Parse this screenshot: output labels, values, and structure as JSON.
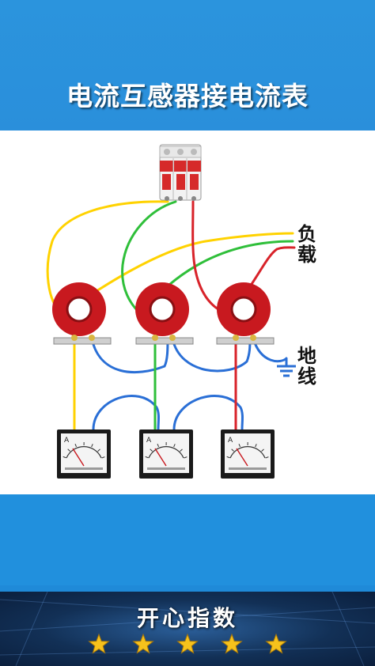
{
  "title": "电流互感器接电流表",
  "labels": {
    "load": "负载",
    "ground": "地线"
  },
  "footer": {
    "text": "开心指数",
    "stars": 5
  },
  "colors": {
    "background_blue": "#2190dd",
    "wire_yellow": "#ffd200",
    "wire_green": "#2fbf3a",
    "wire_red": "#d8232a",
    "wire_blue": "#2a6fd6",
    "ct_red": "#c8191f",
    "star_gold": "#f7c21c"
  },
  "components": {
    "breaker": "3-pole circuit breaker",
    "current_transformers": 3,
    "ammeters": 3,
    "meter_face_letter": "A"
  }
}
